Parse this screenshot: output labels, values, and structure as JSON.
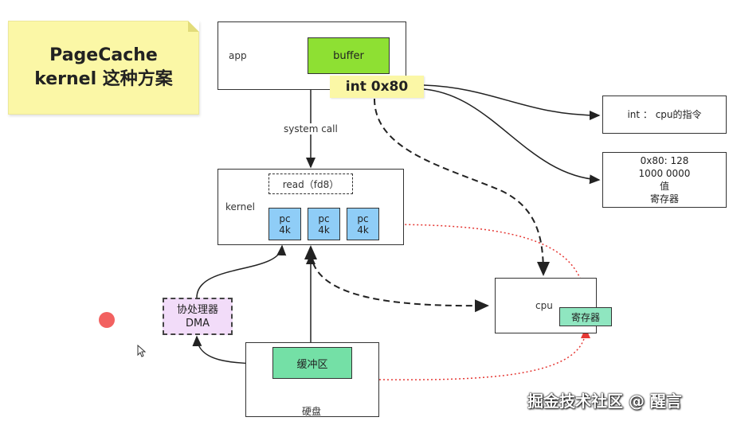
{
  "note": {
    "line1": "PageCache",
    "line2": "kernel 这种方案"
  },
  "app": {
    "label": "app",
    "buffer": "buffer"
  },
  "interrupt": {
    "label": "int 0x80"
  },
  "syscall": {
    "label": "system call"
  },
  "kernel": {
    "label": "kernel",
    "read_label": "read（fd8）",
    "pages": [
      {
        "line1": "pc",
        "line2": "4k"
      },
      {
        "line1": "pc",
        "line2": "4k"
      },
      {
        "line1": "pc",
        "line2": "4k"
      }
    ]
  },
  "info_int": {
    "text": "int ： cpu的指令"
  },
  "info_value": {
    "line1": "0x80:  128",
    "line2": "1000 0000",
    "line3": "值",
    "line4": "寄存器"
  },
  "dma": {
    "line1": "协处理器",
    "line2": "DMA"
  },
  "cpu": {
    "label": "cpu",
    "register": "寄存器"
  },
  "disk": {
    "label": "硬盘",
    "buffer": "缓冲区"
  },
  "watermark": {
    "text": "掘金技术社区 @ 醒言"
  },
  "colors": {
    "note": "#fbf7a6",
    "buffer": "#8ee033",
    "pagecache": "#8fcdf7",
    "disk_buffer": "#74e0a6",
    "dma": "#f2dcf9",
    "register": "#8fe6c0",
    "red_arrow": "#e53935"
  }
}
